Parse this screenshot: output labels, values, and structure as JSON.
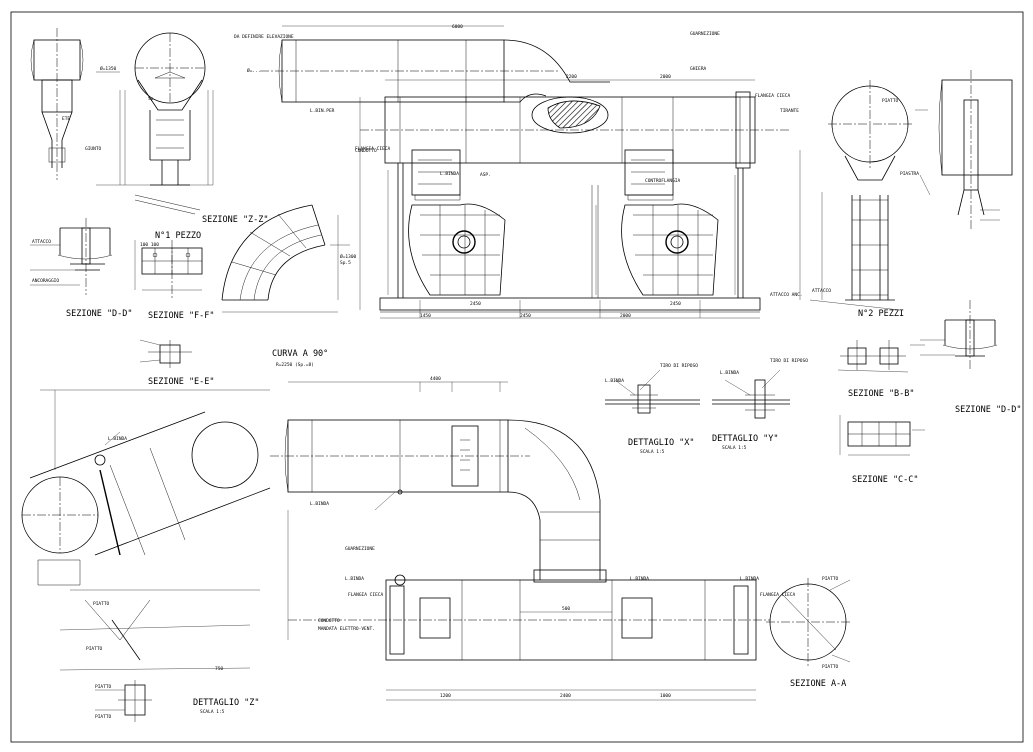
{
  "sections": {
    "z2": "SEZIONE \"Z-Z\"",
    "d1": "SEZIONE \"D-D\"",
    "f1": "SEZIONE \"F-F\"",
    "e1": "SEZIONE \"E-E\"",
    "b1": "SEZIONE \"B-B\"",
    "d2": "SEZIONE \"D-D\"",
    "c1": "SEZIONE \"C-C\"",
    "a1": "SEZIONE  A-A"
  },
  "pieces": {
    "n1": "N°1 PEZZO",
    "n2": "N°2 PEZZI"
  },
  "curve": {
    "title": "CURVA A 90°",
    "sub": "R=2250 (Sp.=8)"
  },
  "details": {
    "x": {
      "title": "DETTAGLIO \"X\"",
      "scale": "SCALA 1:5"
    },
    "y": {
      "title": "DETTAGLIO \"Y\"",
      "scale": "SCALA 1:5"
    },
    "z": {
      "title": "DETTAGLIO \"Z\"",
      "scale": "SCALA 1:5"
    }
  },
  "notes": {
    "flangia_cieca": "FLANGIA CIECA",
    "flangia_cieca_2": "FLANGIA CIECA",
    "flangia_cieca_3": "FLANGIA CIECA",
    "condotto": "CONDOTTO",
    "mandata": "MANDATA ELETTRO-VENT."
  },
  "dimensions": {
    "top_total": "6000",
    "top_2200": "2200",
    "top_2000": "2000",
    "base_1450": "1450",
    "base_2450": "2450",
    "lower_total": "4400",
    "lower_2400": "2400",
    "lower_1200": "1200",
    "lower_1000": "1000",
    "lower_500": "500"
  }
}
